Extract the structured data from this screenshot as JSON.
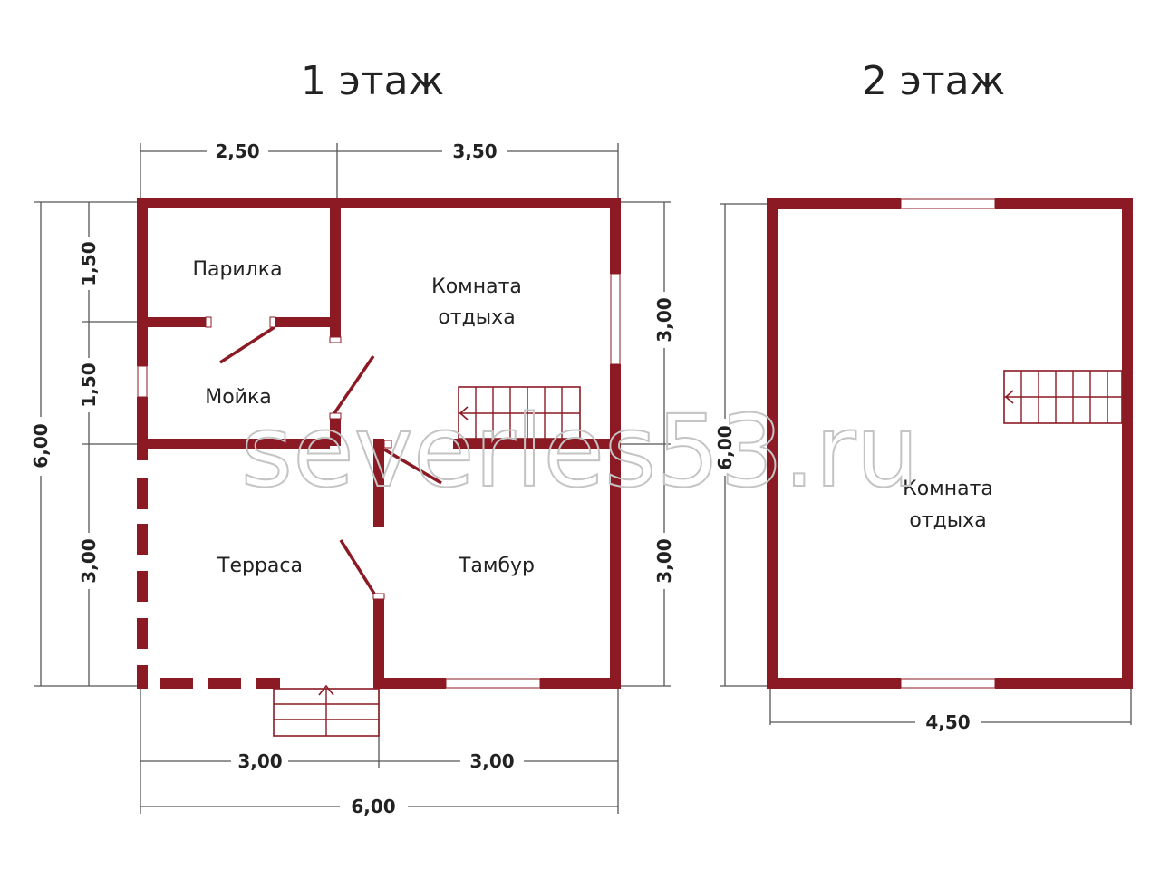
{
  "watermark": "severles53.ru",
  "colors": {
    "wall": "#8b1a24",
    "dimension_line": "#555555",
    "watermark": "#c4c4c4",
    "text": "#222222"
  },
  "floor1": {
    "title": "1 этаж",
    "rooms": {
      "parilka": "Парилка",
      "komnata_line1": "Комната",
      "komnata_line2": "отдыха",
      "moyka": "Мойка",
      "terrasa": "Терраса",
      "tambur": "Тамбур"
    },
    "dims": {
      "top_left": "2,50",
      "top_right": "3,50",
      "left_total": "6,00",
      "left_upper1": "1,50",
      "left_upper2": "1,50",
      "left_lower": "3,00",
      "right_upper": "3,00",
      "right_lower": "3,00",
      "bottom_left": "3,00",
      "bottom_right": "3,00",
      "bottom_total": "6,00"
    }
  },
  "floor2": {
    "title": "2 этаж",
    "rooms": {
      "komnata_line1": "Комната",
      "komnata_line2": "отдыха"
    },
    "dims": {
      "left_total": "6,00",
      "bottom_total": "4,50"
    }
  }
}
